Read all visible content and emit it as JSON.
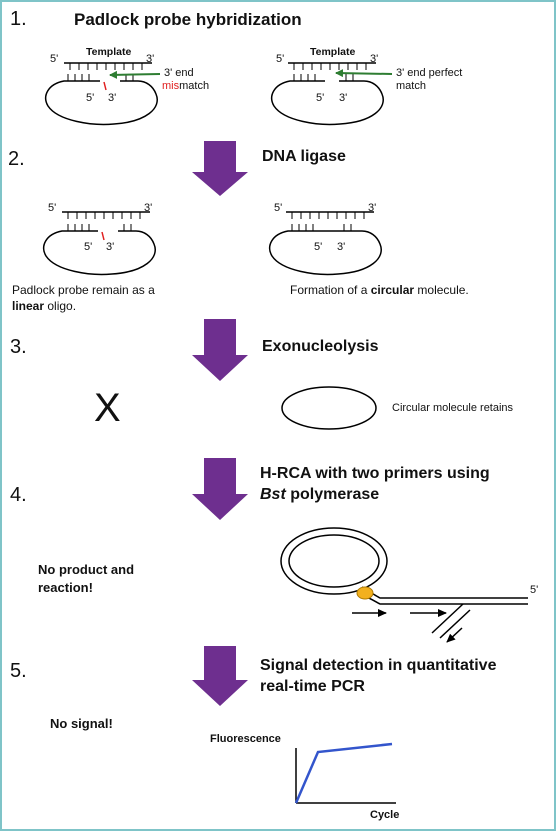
{
  "colors": {
    "border": "#7fc4c8",
    "arrow": "#6e2f8f",
    "pointer": "#2e7d32",
    "mismatch": "#e02020",
    "enzyme": "#f2b01e",
    "curve": "#3355cc"
  },
  "steps": [
    {
      "number": "1.",
      "title": "Padlock probe hybridization"
    },
    {
      "number": "2.",
      "title": "DNA ligase"
    },
    {
      "number": "3.",
      "title": "Exonucleolysis"
    },
    {
      "number": "4.",
      "title_line1": "H-RCA with two primers using",
      "title_italic": "Bst",
      "title_rest": " polymerase"
    },
    {
      "number": "5.",
      "title_line1": "Signal detection in quantitative",
      "title_line2": "real-time PCR"
    }
  ],
  "labels": {
    "template": "Template",
    "five_prime": "5'",
    "three_prime": "3'",
    "three_prime_end": "3' end",
    "mis": "mis",
    "match": "match",
    "perfect_line1": "3' end perfect",
    "perfect_line2": "match"
  },
  "captions": {
    "linear_line1": "Padlock probe remain as a",
    "linear_bold": "linear",
    "linear_rest": " oligo.",
    "circular_pre": "Formation of a ",
    "circular_bold": "circular",
    "circular_post": " molecule.",
    "x_mark": "X",
    "circular_retains": "Circular molecule retains",
    "no_product_line1": "No product and",
    "no_product_line2": "reaction!",
    "no_signal": "No signal!"
  },
  "plot": {
    "ylabel": "Fluorescence",
    "xlabel": "Cycle"
  }
}
